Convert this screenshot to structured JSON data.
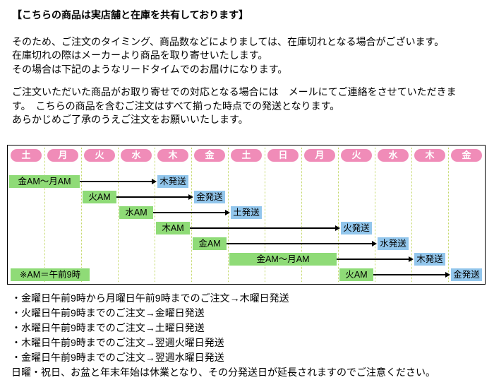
{
  "notice": {
    "title": "【こちらの商品は実店舗と在庫を共有しております】",
    "p1": [
      "そのため、ご注文のタイミング、商品数などによりましては、在庫切れとなる場合がございます。",
      "在庫切れの際はメーカーより商品を取り寄せいたします。",
      "その場合は下記のようなリードタイムでのお届けになります。"
    ],
    "p2": [
      "ご注文いただいた商品がお取り寄せでの対応となる場合には　メールにてご連絡をさせていただきま",
      "す。　こちらの商品を含むご注文はすべて揃った時点での発送となります。",
      "あらかじめご了承のうえご注文をお願いいたします。"
    ]
  },
  "diagram": {
    "days": [
      "土",
      "月",
      "火",
      "水",
      "木",
      "金",
      "土",
      "日",
      "月",
      "火",
      "水",
      "木",
      "金"
    ],
    "note": "※AM＝午前9時",
    "rows": [
      {
        "order": "金AM～月AM",
        "order_col": 0,
        "order_span": 2,
        "ship": "木発送",
        "ship_col": 4
      },
      {
        "order": "火AM",
        "order_col": 2,
        "order_span": 1,
        "ship": "金発送",
        "ship_col": 5
      },
      {
        "order": "水AM",
        "order_col": 3,
        "order_span": 1,
        "ship": "土発送",
        "ship_col": 6
      },
      {
        "order": "木AM",
        "order_col": 4,
        "order_span": 1,
        "ship": "火発送",
        "ship_col": 9
      },
      {
        "order": "金AM",
        "order_col": 5,
        "order_span": 1,
        "ship": "水発送",
        "ship_col": 10
      },
      {
        "order": "金AM～月AM",
        "order_col": 6,
        "order_span": 3,
        "ship": "木発送",
        "ship_col": 11
      },
      {
        "order": "火AM",
        "order_col": 9,
        "order_span": 1,
        "ship": "金発送",
        "ship_col": 12
      }
    ],
    "colors": {
      "day_pill": "#f08cb8",
      "order_box": "#8fdb77",
      "ship_box": "#92c6ec",
      "grid_line": "#c3d868",
      "arrow": "#000000"
    }
  },
  "lead_time_list": [
    "・金曜日午前9時から月曜日午前9時までのご注文→木曜日発送",
    "・火曜日午前9時までのご注文→金曜日発送",
    "・水曜日午前9時までのご注文→土曜日発送",
    "・木曜日午前9時までのご注文→翌週火曜日発送",
    "・金曜日午前9時までのご注文→翌週水曜日発送"
  ],
  "closing_note": "日曜・祝日、お盆と年末年始は休業となり、その分発送日が延長されますのでご注意ください。"
}
